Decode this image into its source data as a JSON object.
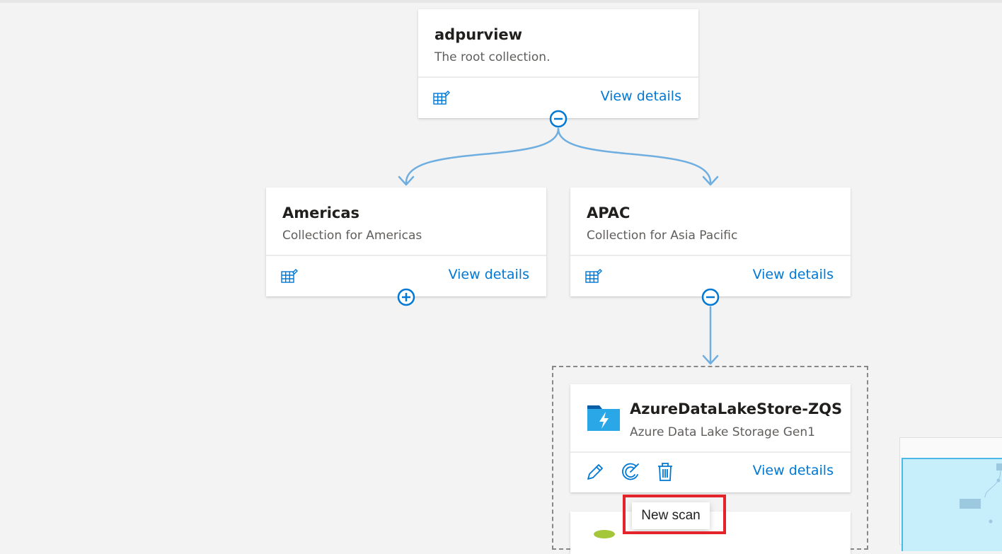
{
  "colors": {
    "accent": "#0078d4",
    "connector": "#6eaee0",
    "highlight": "#e3242b"
  },
  "collections": {
    "root": {
      "title": "adpurview",
      "description": "The root collection.",
      "link": "View details",
      "icon": "table-edit-icon",
      "toggle": "collapse-minus-icon"
    },
    "americas": {
      "title": "Americas",
      "description": "Collection for Americas",
      "link": "View details",
      "icon": "table-edit-icon",
      "toggle": "expand-plus-icon"
    },
    "apac": {
      "title": "APAC",
      "description": "Collection for Asia Pacific",
      "link": "View details",
      "icon": "table-edit-icon",
      "toggle": "collapse-minus-icon"
    }
  },
  "source": {
    "title": "AzureDataLakeStore-ZQS",
    "type": "Azure Data Lake Storage Gen1",
    "link": "View details",
    "icons": [
      "edit-pencil-icon",
      "new-scan-icon",
      "delete-icon"
    ]
  },
  "tooltip": {
    "text": "New scan"
  }
}
